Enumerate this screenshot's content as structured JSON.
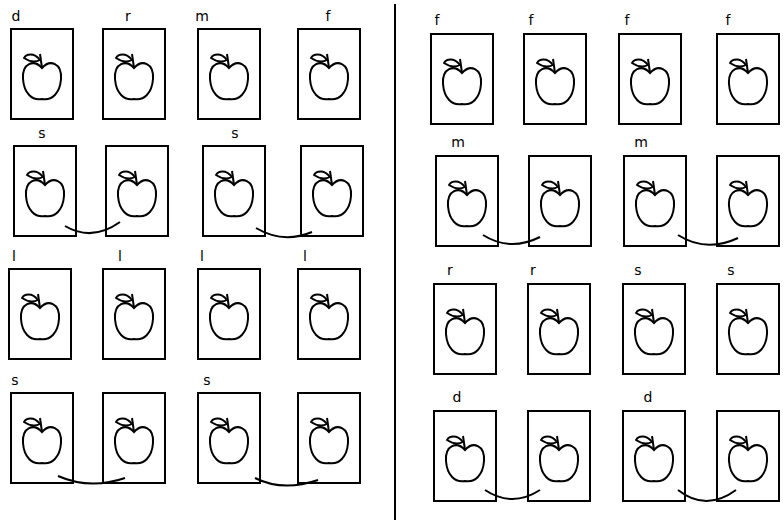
{
  "diagram": {
    "labels": [
      "d",
      "r",
      "m",
      "f",
      "s",
      "s",
      "l",
      "l",
      "l",
      "l",
      "s",
      "s",
      "f",
      "f",
      "f",
      "f",
      "m",
      "m",
      "r",
      "r",
      "s",
      "s",
      "d",
      "d"
    ]
  }
}
